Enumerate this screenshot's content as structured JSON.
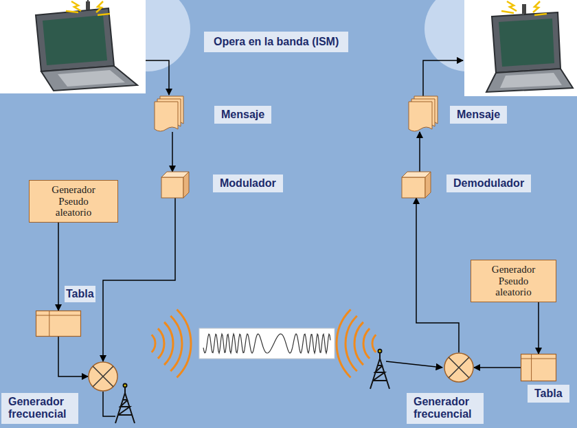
{
  "diagram": {
    "nodes": [
      {
        "text": [
          "Mensaje"
        ]
      },
      {
        "text": [
          "Modulador"
        ]
      },
      {
        "text": [
          "Generador Pseudo aleatorio"
        ]
      },
      {
        "text": [
          "Tabla"
        ]
      },
      {
        "text": [
          "Generador frecuencial"
        ]
      },
      {
        "text": [
          "Mensaje"
        ]
      },
      {
        "text": [
          "Demodulador"
        ]
      },
      {
        "text": [
          "Generador Pseudo aleatorio"
        ]
      },
      {
        "text": [
          "Tabla"
        ]
      },
      {
        "text": [
          "Generador frecuencial"
        ]
      }
    ],
    "edges": [
      {
        "from": 0,
        "to": 1,
        "arrow": "to"
      },
      {
        "from": 1,
        "to": 4,
        "arrow": "to"
      },
      {
        "from": 2,
        "to": 3,
        "arrow": "to"
      },
      {
        "from": 3,
        "to": 4,
        "arrow": "to"
      },
      {
        "from": 9,
        "to": 6,
        "arrow": "to"
      },
      {
        "from": 6,
        "to": 5,
        "arrow": "to"
      },
      {
        "from": 7,
        "to": 8,
        "arrow": "to"
      },
      {
        "from": 8,
        "to": 9,
        "arrow": "to"
      }
    ],
    "labels": [
      "Opera en la banda (ISM)"
    ]
  }
}
